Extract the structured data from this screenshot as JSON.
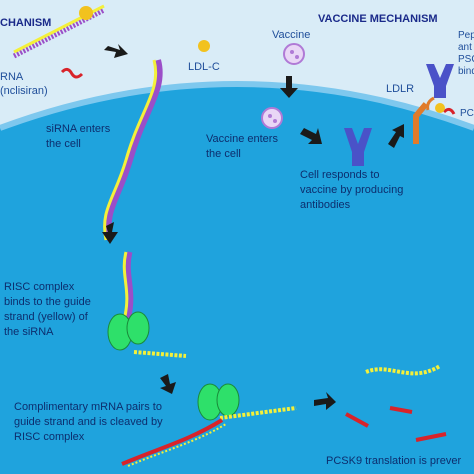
{
  "sirna_panel": {
    "title_fragment": "CHANISM",
    "drug_label_line1": "RNA",
    "drug_label_line2": "(nclisiran)",
    "enters_line1": "siRNA enters",
    "enters_line2": "the cell",
    "risc_line1": "RISC complex",
    "risc_line2": "binds to the guide",
    "risc_line3": "strand (yellow) of",
    "risc_line4": "the siRNA",
    "mrna_line1": "Complimentary mRNA pairs to",
    "mrna_line2": "guide strand and is cleaved by",
    "mrna_line3": "RISC complex",
    "translation": "PCSK9 translation is prever"
  },
  "vaccine_panel": {
    "title": "VACCINE MECHANISM",
    "vaccine_label": "Vaccine",
    "ldlc_label": "LDL-C",
    "enters_line1": "Vaccine enters",
    "enters_line2": "the cell",
    "responds_line1": "Cell responds to",
    "responds_line2": "vaccine by producing",
    "responds_line3": "antibodies",
    "ldlr_label": "LDLR",
    "pep_line1": "Pep",
    "pep_line2": "ant",
    "pep_line3": "PSC",
    "pep_line4": "bind",
    "pcsk_label": "PCS"
  },
  "colors": {
    "outside": "#d9ecf7",
    "cell": "#1fa3dd",
    "membrane": "#7ec8ee",
    "text": "#1f4e9a",
    "title": "#1a2a8a",
    "sirna_yellow": "#f4f03a",
    "sirna_purple": "#9b4ec8",
    "risc_green": "#2ee06a",
    "mrna_red": "#d8232a",
    "antibody": "#4a52c8",
    "ldlr": "#e07b2a",
    "ldl": "#f2c21e",
    "vaccine": "#b07ad6",
    "arrow": "#1a1a1a"
  }
}
